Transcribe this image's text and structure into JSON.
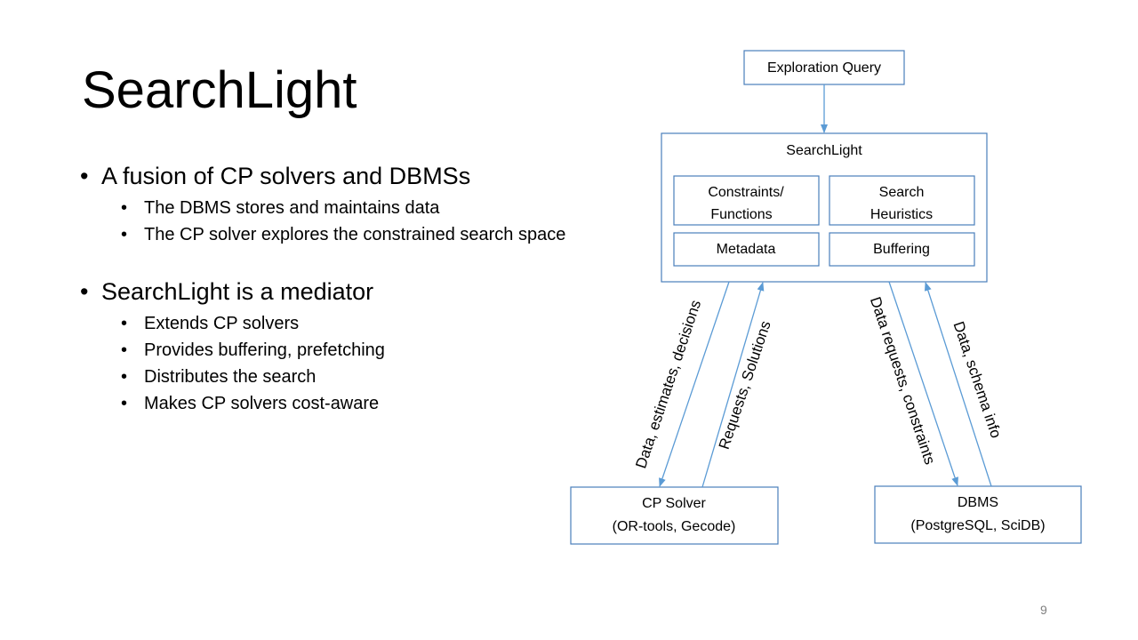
{
  "slide": {
    "title": "SearchLight",
    "page_number": "9",
    "bullets": [
      {
        "text": "A fusion of CP solvers and DBMSs",
        "sub": [
          "The DBMS stores and maintains data",
          "The CP solver explores the constrained search space"
        ]
      },
      {
        "text": "SearchLight is a mediator",
        "sub": [
          "Extends CP solvers",
          "Provides buffering, prefetching",
          "Distributes the search",
          "Makes CP solvers cost-aware"
        ]
      }
    ]
  },
  "diagram": {
    "query_box": "Exploration Query",
    "searchlight_box": "SearchLight",
    "modules": {
      "constraints_l1": "Constraints/",
      "constraints_l2": "Functions",
      "heuristics_l1": "Search",
      "heuristics_l2": "Heuristics",
      "metadata": "Metadata",
      "buffering": "Buffering"
    },
    "cp_solver_l1": "CP Solver",
    "cp_solver_l2": "(OR-tools, Gecode)",
    "dbms_l1": "DBMS",
    "dbms_l2": "(PostgreSQL, SciDB)",
    "edges": {
      "to_cp": "Data, estimates, decisions",
      "from_cp": "Requests, Solutions",
      "to_dbms": "Data requests, constraints",
      "from_dbms": "Data, schema info"
    },
    "colors": {
      "box_border": "#4a7ebb",
      "arrow": "#5b9bd5"
    }
  }
}
